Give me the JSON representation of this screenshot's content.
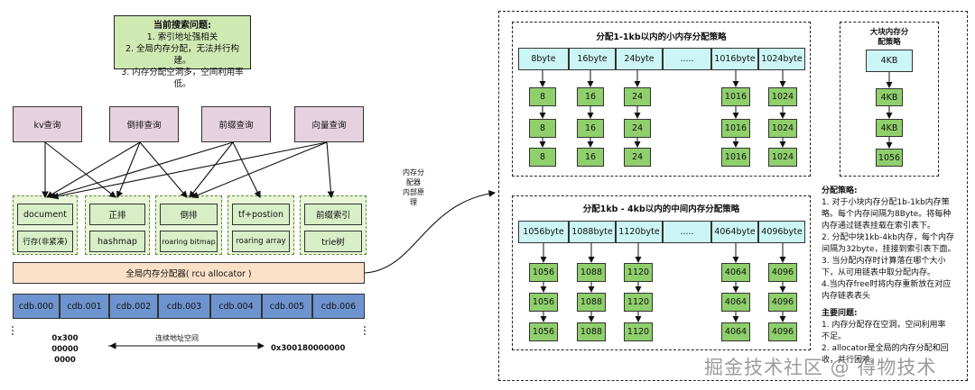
{
  "note": {
    "title": "当前搜索问题:",
    "lines": [
      "1. 索引地址强相关",
      "2. 全局内存分配，无法并行构建。",
      "3. 内存分配空洞多，空间利用率低。"
    ]
  },
  "queries": [
    "kv查询",
    "倒排查询",
    "前缀查询",
    "向量查询"
  ],
  "index_groups": [
    {
      "top": "document",
      "bottom": "行存(非紧凑)"
    },
    {
      "top": "正排",
      "bottom": "hashmap"
    },
    {
      "top": "倒排",
      "bottom": "roaring bitmap"
    },
    {
      "top": "tf+postion",
      "bottom": "roaring array"
    },
    {
      "top": "前缀索引",
      "bottom": "trie树"
    }
  ],
  "allocator_label": "全局内存分配器( rcu allocator )",
  "cdb": [
    "cdb.000",
    "cdb.001",
    "cdb.002",
    "cdb.003",
    "cdb.004",
    "cdb.005",
    "cdb.006"
  ],
  "address": {
    "start_lines": [
      "0x300",
      "00000",
      "0000"
    ],
    "middle": "连续地址空间",
    "end": "0x300180000000"
  },
  "transition_label": [
    "内存分",
    "配器",
    "内部原",
    "理"
  ],
  "small": {
    "title": "分配1-1kb以内的小内存分配策略",
    "headers": [
      "8byte",
      "16byte",
      "24byte",
      ".....",
      "1016byte",
      "1024byte"
    ],
    "chains": [
      "8",
      "16",
      "24",
      "1016",
      "1024"
    ]
  },
  "middle": {
    "title": "分配1kb - 4kb以内的中间内存分配策略",
    "headers": [
      "1056byte",
      "1088byte",
      "1120byte",
      ".....",
      "4064byte",
      "4096byte"
    ],
    "chains": [
      "1056",
      "1088",
      "1120",
      "4064",
      "4096"
    ]
  },
  "large": {
    "title_lines": [
      "大块内存分",
      "配策略"
    ],
    "header": "4KB",
    "chain": [
      "4KB",
      "4KB",
      "1056"
    ]
  },
  "strategy": {
    "title": "分配策略:",
    "lines": [
      "1. 对于小块内存分配1b-1kb内存策",
      "略。每个内存间隔为8Byte。将每种",
      "内存通过链表挂载在索引表下。",
      "2. 分配中块1kb-4kb内存，每个内存",
      "间隔为32byte，挂接到索引表下面。",
      "3. 当分配内存时计算落在哪个大小",
      "下，从可用链表中取分配内存。",
      "4.当内存free时将内存重新放在对应",
      "内存链表表头"
    ]
  },
  "issues": {
    "title": "主要问题:",
    "lines": [
      "1. 内存分配存在空洞，空间利用率",
      "不足。",
      "2. allocator是全局的内存分配和回",
      "收，并行困难。"
    ]
  },
  "watermark": "掘金技术社区 @ 得物技术"
}
